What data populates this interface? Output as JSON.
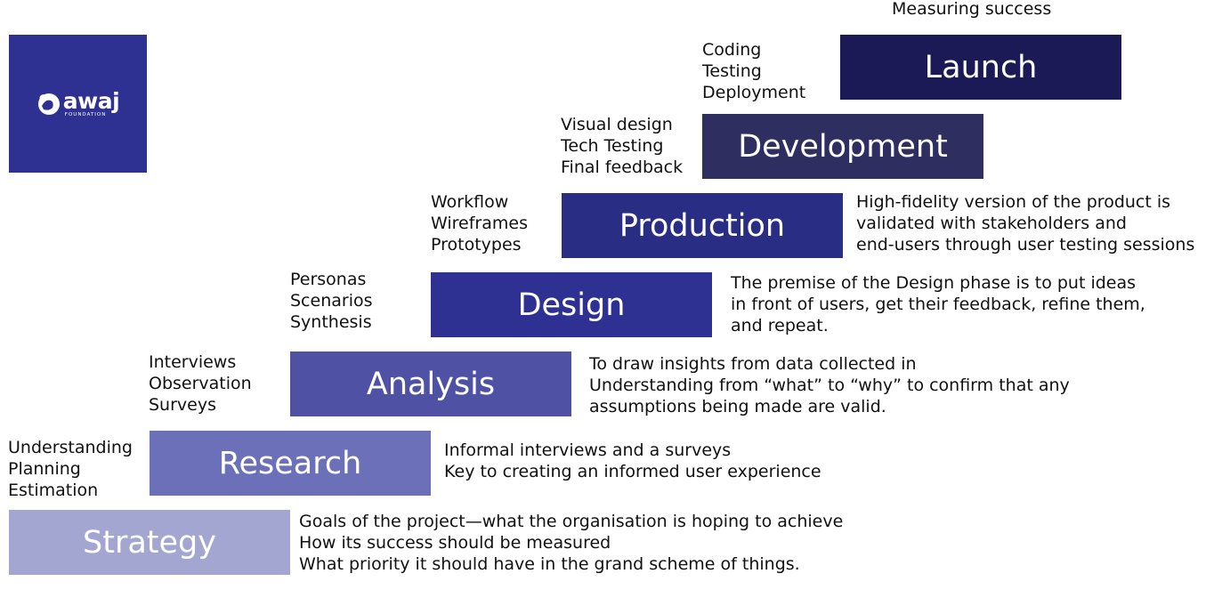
{
  "logo": {
    "name": "awaj",
    "sub": "FOUNDATION"
  },
  "colors": {
    "logo_bg": "#2e3192",
    "strategy": "#a2a6d1",
    "research": "#6c70b8",
    "analysis": "#4f52a4",
    "design": "#2e3192",
    "production": "#292d84",
    "development": "#2e2e60",
    "launch": "#1b1a57"
  },
  "stages": [
    {
      "label": "Strategy",
      "activities": [],
      "description": [
        "Goals of the project—what the organisation is hoping to achieve",
        "How its success should be measured",
        "What priority it should have in the grand scheme of things."
      ]
    },
    {
      "label": "Research",
      "activities": [
        "Understanding",
        "Planning",
        "Estimation"
      ],
      "description": [
        "Informal interviews and a surveys",
        "Key to creating an informed user experience"
      ]
    },
    {
      "label": "Analysis",
      "activities": [
        "Interviews",
        "Observation",
        "Surveys"
      ],
      "description": [
        "To draw insights from data collected in",
        "Understanding from “what” to “why” to confirm that any",
        "assumptions being made are valid."
      ]
    },
    {
      "label": "Design",
      "activities": [
        "Personas",
        "Scenarios",
        "Synthesis"
      ],
      "description": [
        "The premise of the Design phase is to put ideas",
        "in front of users, get their feedback, refine them,",
        "and repeat."
      ]
    },
    {
      "label": "Production",
      "activities": [
        "Workflow",
        "Wireframes",
        "Prototypes"
      ],
      "description": [
        "High-fidelity version of the product is",
        "validated with stakeholders and",
        "end-users through user testing sessions"
      ]
    },
    {
      "label": "Development",
      "activities": [
        "Visual design",
        "Tech Testing",
        "Final feedback"
      ],
      "description": []
    },
    {
      "label": "Launch",
      "activities": [
        "Coding",
        "Testing",
        "Deployment"
      ],
      "description": [
        "Measuring success"
      ]
    }
  ]
}
